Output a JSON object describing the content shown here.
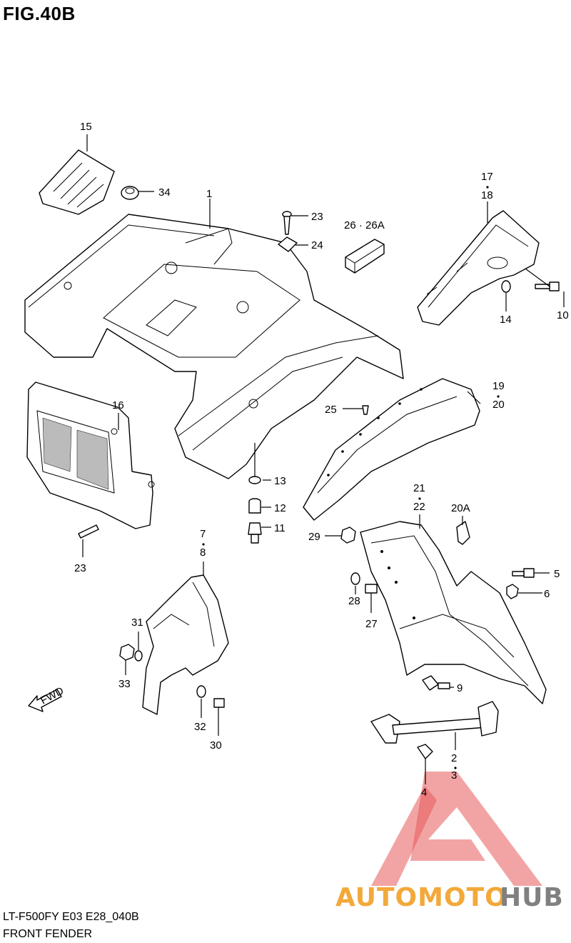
{
  "figure": {
    "title": "FIG.40B",
    "model_code": "LT-F500FY E03 E28_040B",
    "caption": "FRONT FENDER"
  },
  "callouts": {
    "c15": "15",
    "c34": "34",
    "c1": "1",
    "c23a": "23",
    "c24": "24",
    "c26": "26 · 26A",
    "c17": "17",
    "c18": "18",
    "c14": "14",
    "c10": "10",
    "c16": "16",
    "c19": "19",
    "c20": "20",
    "c25": "25",
    "c13": "13",
    "c12": "12",
    "c11": "11",
    "c21": "21",
    "c22": "22",
    "c20a": "20A",
    "c23b": "23",
    "c7": "7",
    "c8": "8",
    "c29": "29",
    "c5": "5",
    "c6": "6",
    "c28": "28",
    "c27": "27",
    "c31": "31",
    "c33": "33",
    "c9": "9",
    "c32": "32",
    "c30": "30",
    "c2": "2",
    "c3": "3",
    "c4": "4"
  },
  "fwd_arrow": {
    "label": "FWD"
  },
  "watermark": {
    "part1": "AUTOMOTO",
    "part2": "HUB"
  }
}
